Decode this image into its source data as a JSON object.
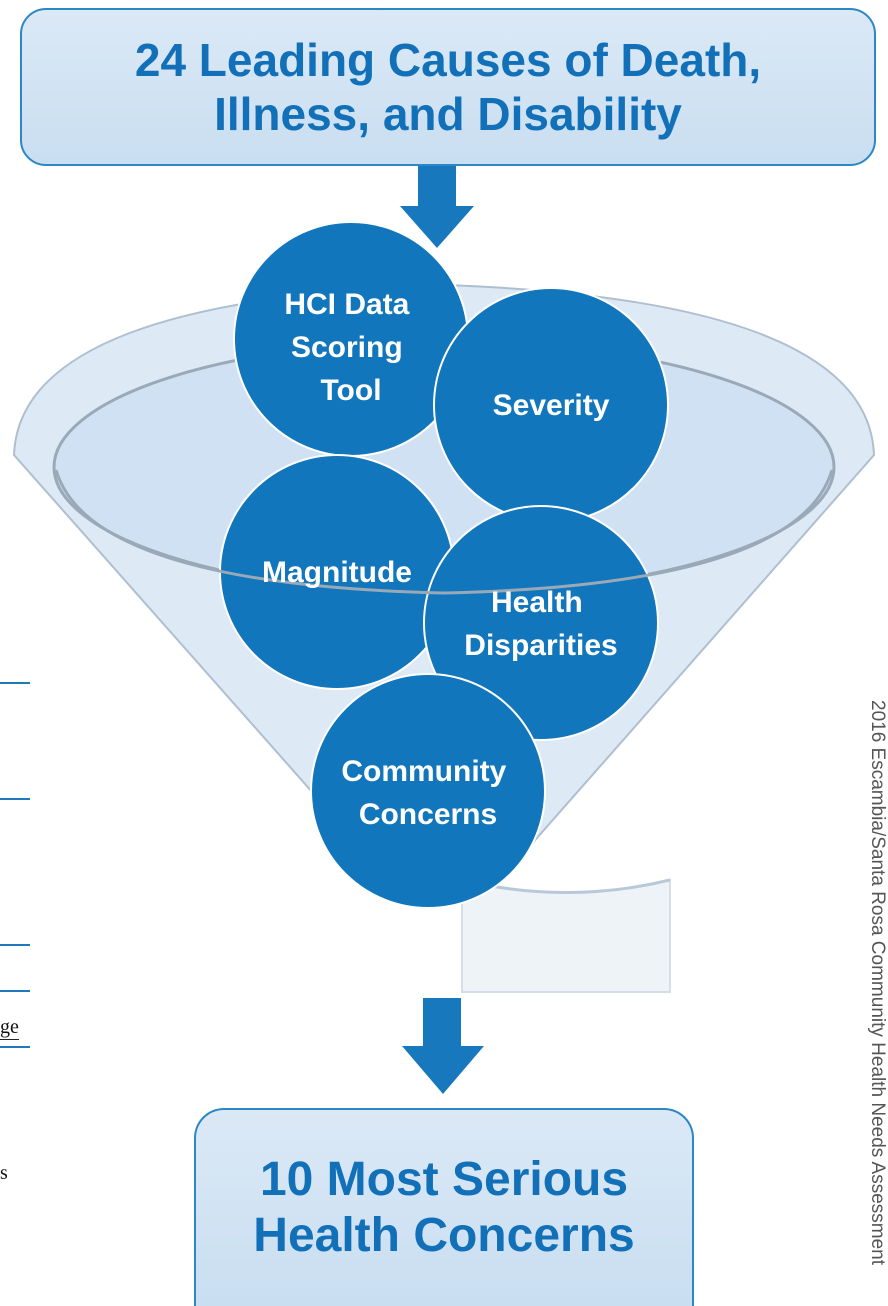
{
  "top_box": {
    "line1": "24 Leading Causes of Death,",
    "line2": "Illness, and Disability"
  },
  "circles": [
    {
      "id": "hci",
      "lines": [
        "HCI Data",
        "Scoring",
        "Tool"
      ]
    },
    {
      "id": "severity",
      "lines": [
        "Severity"
      ]
    },
    {
      "id": "magnitude",
      "lines": [
        "Magnitude"
      ]
    },
    {
      "id": "disparities",
      "lines": [
        "Health",
        "Disparities"
      ]
    },
    {
      "id": "community",
      "lines": [
        "Community",
        "Concerns"
      ]
    }
  ],
  "bottom_box": {
    "line1": "10 Most Serious",
    "line2": "Health Concerns"
  },
  "side_fragments": [
    "ge",
    "s"
  ],
  "vertical_text": "2016 Escambia/Santa Rosa Community Health Needs Assessment",
  "colors": {
    "circle": "#1176bb",
    "box_text": "#1170b8",
    "arrow": "#1878bd",
    "funnel": "#dde9f4"
  }
}
